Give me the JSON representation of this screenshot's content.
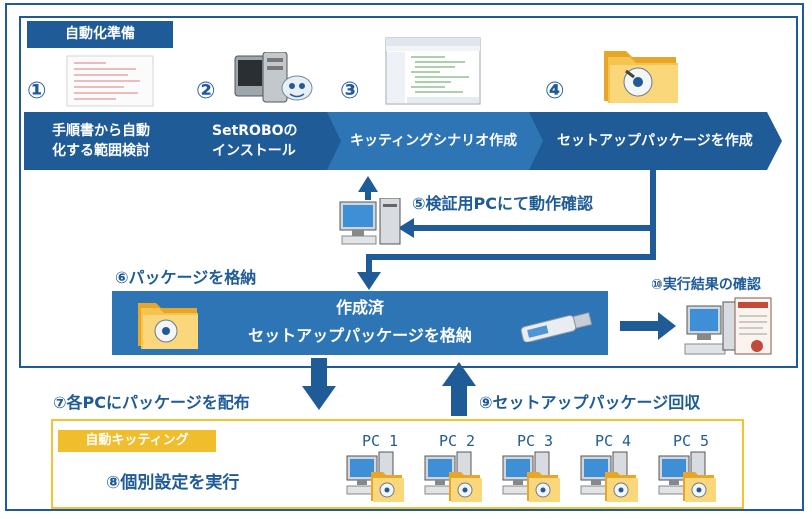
{
  "prep": {
    "title": "自動化準備"
  },
  "steps": [
    {
      "number": "①",
      "line1": "手順書から自動",
      "line2": "化する範囲検討"
    },
    {
      "number": "②",
      "line1": "SetROBOの",
      "line2": "インストール"
    },
    {
      "number": "③",
      "line1": "キッティングシナリオ作成",
      "line2": ""
    },
    {
      "number": "④",
      "line1": "セットアップパッケージを作成",
      "line2": ""
    }
  ],
  "step5": {
    "label": "⑤検証用PCにて動作確認"
  },
  "step6": {
    "label": "⑥パッケージを格納"
  },
  "store": {
    "line1": "作成済",
    "line2": "セットアップパッケージを格納"
  },
  "step7": {
    "label": "⑦各PCにパッケージを配布"
  },
  "step9": {
    "label": "⑨セットアップパッケージ回収"
  },
  "step10": {
    "label": "⑩実行結果の確認"
  },
  "auto": {
    "title": "自動キッティング",
    "step8": "⑧個別設定を実行"
  },
  "pcs": [
    {
      "label": "PC 1"
    },
    {
      "label": "PC 2"
    },
    {
      "label": "PC 3"
    },
    {
      "label": "PC 4"
    },
    {
      "label": "PC 5"
    }
  ],
  "icons": {
    "manual": "document-icon",
    "install": "server-icon",
    "scenario": "editor-window-icon",
    "package": "folder-package-icon",
    "verify": "desktop-pc-icon",
    "storage": "usb-drive-icon",
    "result": "log-report-icon"
  },
  "colors": {
    "primary": "#1f5b96",
    "chevron": "#2e75b6",
    "accent": "#f0bd2c"
  }
}
